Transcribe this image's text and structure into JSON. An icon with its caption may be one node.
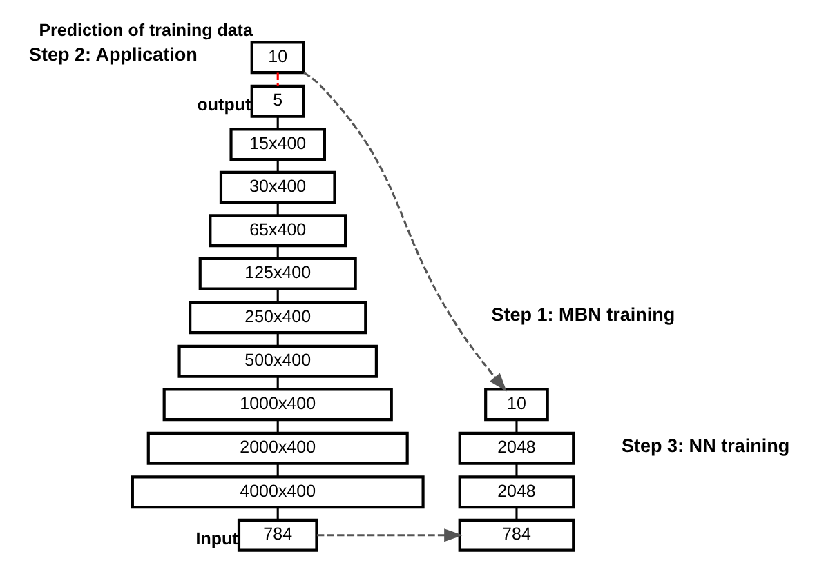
{
  "diagram": {
    "nodes": [
      {
        "text": [
          "10"
        ],
        "beside": [
          "Prediction of training data"
        ]
      },
      {
        "text": [
          "5"
        ],
        "beside": [
          "output"
        ]
      },
      {
        "text": [
          "15x400"
        ]
      },
      {
        "text": [
          "30x400"
        ]
      },
      {
        "text": [
          "65x400"
        ]
      },
      {
        "text": [
          "125x400"
        ]
      },
      {
        "text": [
          "250x400"
        ]
      },
      {
        "text": [
          "500x400"
        ]
      },
      {
        "text": [
          "1000x400"
        ]
      },
      {
        "text": [
          "2000x400"
        ]
      },
      {
        "text": [
          "4000x400"
        ]
      },
      {
        "text": [
          "784"
        ],
        "beside": [
          "Input"
        ]
      },
      {
        "text": [
          "10"
        ]
      },
      {
        "text": [
          "2048"
        ]
      },
      {
        "text": [
          "2048"
        ]
      },
      {
        "text": [
          "784"
        ]
      }
    ],
    "edges": [
      {
        "from": 0,
        "to": 1,
        "arrow": "none",
        "style": "dashed",
        "color": "#ff0000"
      },
      {
        "from": 1,
        "to": 2,
        "arrow": "none"
      },
      {
        "from": 2,
        "to": 3,
        "arrow": "none"
      },
      {
        "from": 3,
        "to": 4,
        "arrow": "none"
      },
      {
        "from": 4,
        "to": 5,
        "arrow": "none"
      },
      {
        "from": 5,
        "to": 6,
        "arrow": "none"
      },
      {
        "from": 6,
        "to": 7,
        "arrow": "none"
      },
      {
        "from": 7,
        "to": 8,
        "arrow": "none"
      },
      {
        "from": 8,
        "to": 9,
        "arrow": "none"
      },
      {
        "from": 9,
        "to": 10,
        "arrow": "none"
      },
      {
        "from": 10,
        "to": 11,
        "arrow": "none"
      },
      {
        "from": 12,
        "to": 13,
        "arrow": "none"
      },
      {
        "from": 13,
        "to": 14,
        "arrow": "none"
      },
      {
        "from": 14,
        "to": 15,
        "arrow": "none"
      },
      {
        "from": 11,
        "to": 15,
        "arrow": "to",
        "style": "dashed",
        "color": "#555555"
      },
      {
        "from": 0,
        "to": 12,
        "arrow": "to",
        "style": "dashed",
        "color": "#555555"
      }
    ],
    "labels": [
      "Step 2: Application",
      "Step 1: MBN training",
      "Step 3: NN training"
    ]
  }
}
